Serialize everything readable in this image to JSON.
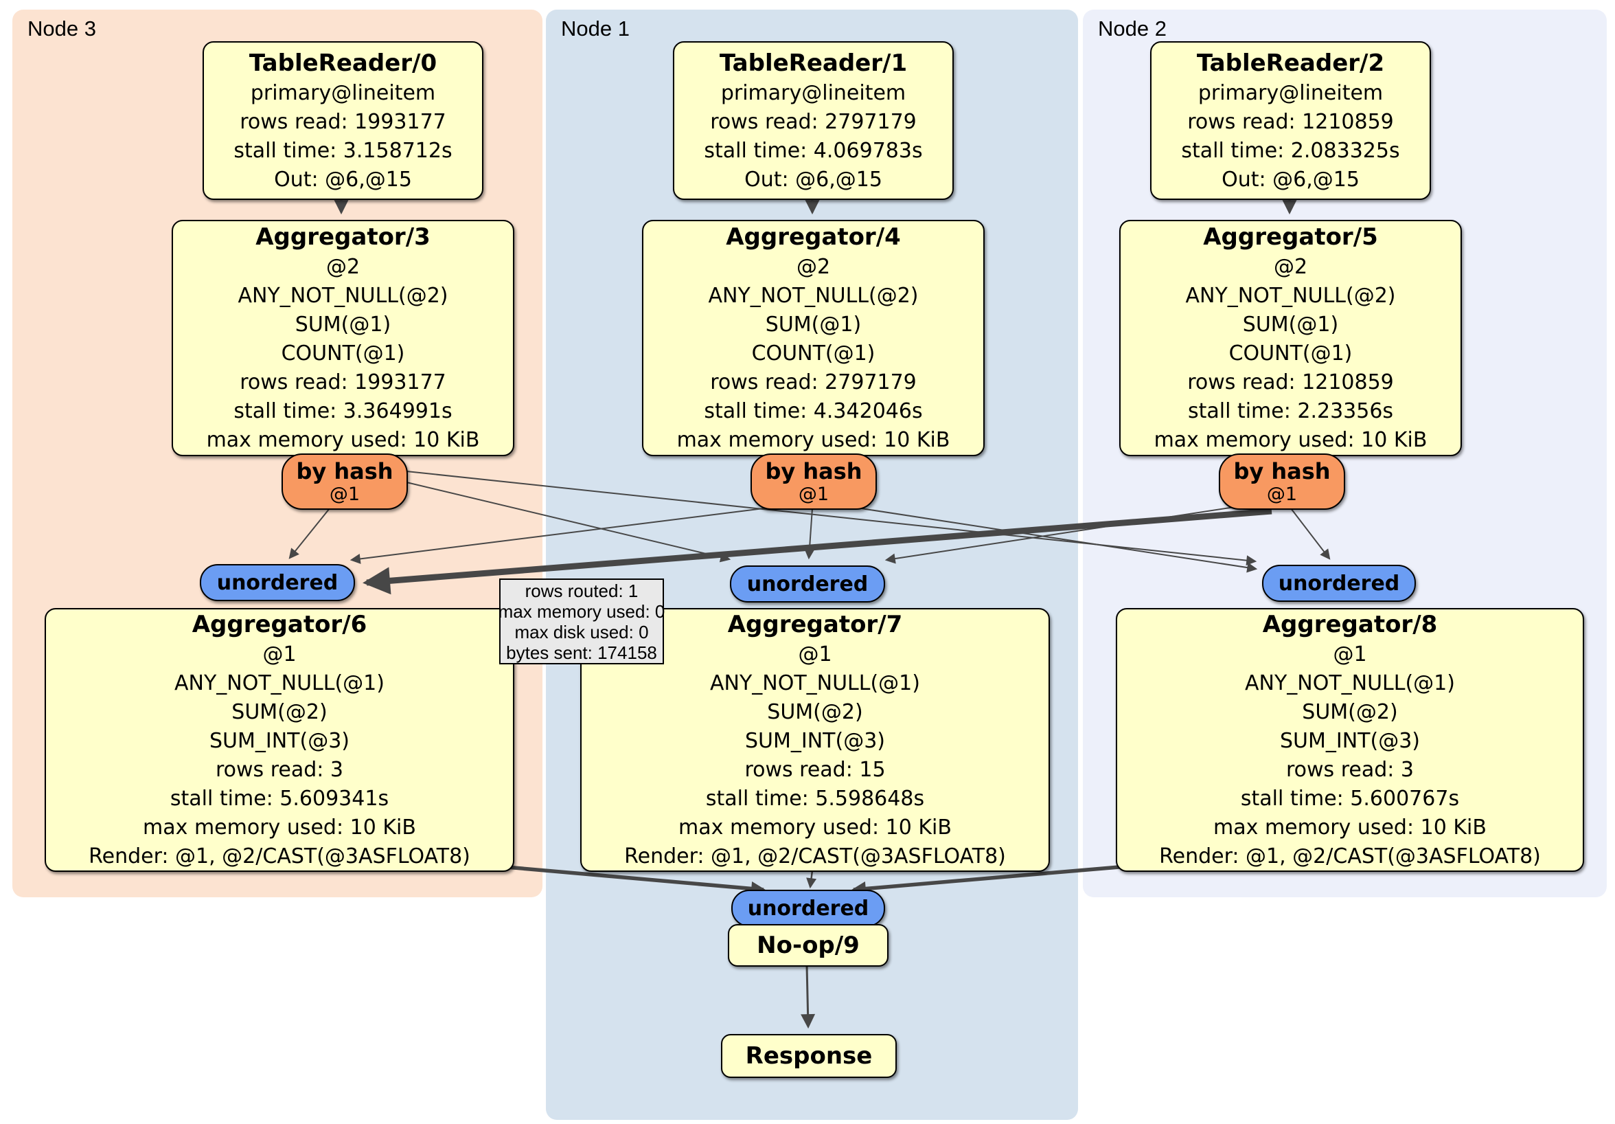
{
  "regions": {
    "node3": {
      "label": "Node 3"
    },
    "node1": {
      "label": "Node 1"
    },
    "node2": {
      "label": "Node 2"
    }
  },
  "processors": {
    "tablereader0": {
      "title": "TableReader/0",
      "lines": [
        "primary@lineitem",
        "rows read: 1993177",
        "stall time: 3.158712s",
        "Out: @6,@15"
      ]
    },
    "tablereader1": {
      "title": "TableReader/1",
      "lines": [
        "primary@lineitem",
        "rows read: 2797179",
        "stall time: 4.069783s",
        "Out: @6,@15"
      ]
    },
    "tablereader2": {
      "title": "TableReader/2",
      "lines": [
        "primary@lineitem",
        "rows read: 1210859",
        "stall time: 2.083325s",
        "Out: @6,@15"
      ]
    },
    "aggregator3": {
      "title": "Aggregator/3",
      "lines": [
        "@2",
        "ANY_NOT_NULL(@2)",
        "SUM(@1)",
        "COUNT(@1)",
        "rows read: 1993177",
        "stall time: 3.364991s",
        "max memory used: 10 KiB"
      ]
    },
    "aggregator4": {
      "title": "Aggregator/4",
      "lines": [
        "@2",
        "ANY_NOT_NULL(@2)",
        "SUM(@1)",
        "COUNT(@1)",
        "rows read: 2797179",
        "stall time: 4.342046s",
        "max memory used: 10 KiB"
      ]
    },
    "aggregator5": {
      "title": "Aggregator/5",
      "lines": [
        "@2",
        "ANY_NOT_NULL(@2)",
        "SUM(@1)",
        "COUNT(@1)",
        "rows read: 1210859",
        "stall time: 2.23356s",
        "max memory used: 10 KiB"
      ]
    },
    "aggregator6": {
      "title": "Aggregator/6",
      "lines": [
        "@1",
        "ANY_NOT_NULL(@1)",
        "SUM(@2)",
        "SUM_INT(@3)",
        "rows read: 3",
        "stall time: 5.609341s",
        "max memory used: 10 KiB",
        "Render: @1, @2/CAST(@3ASFLOAT8)"
      ]
    },
    "aggregator7": {
      "title": "Aggregator/7",
      "lines": [
        "@1",
        "ANY_NOT_NULL(@1)",
        "SUM(@2)",
        "SUM_INT(@3)",
        "rows read: 15",
        "stall time: 5.598648s",
        "max memory used: 10 KiB",
        "Render: @1, @2/CAST(@3ASFLOAT8)"
      ]
    },
    "aggregator8": {
      "title": "Aggregator/8",
      "lines": [
        "@1",
        "ANY_NOT_NULL(@1)",
        "SUM(@2)",
        "SUM_INT(@3)",
        "rows read: 3",
        "stall time: 5.600767s",
        "max memory used: 10 KiB",
        "Render: @1, @2/CAST(@3ASFLOAT8)"
      ]
    },
    "noop9": {
      "title": "No-op/9"
    },
    "response": {
      "title": "Response"
    }
  },
  "router": {
    "label": "by hash",
    "detail": "@1"
  },
  "sync": {
    "label": "unordered"
  },
  "tooltip": {
    "lines": [
      "rows routed: 1",
      "max memory used: 0",
      "max disk used: 0",
      "bytes sent: 174158"
    ]
  },
  "colors": {
    "processor_fill": "#ffffcb",
    "router_fill": "#f89961",
    "sync_fill": "#6b9df3",
    "node3_bg": "#fce3d1",
    "node1_bg": "#d5e2ee",
    "node2_bg": "#edf0fa",
    "edge": "#474747",
    "tooltip_bg": "#e9e9e9"
  }
}
